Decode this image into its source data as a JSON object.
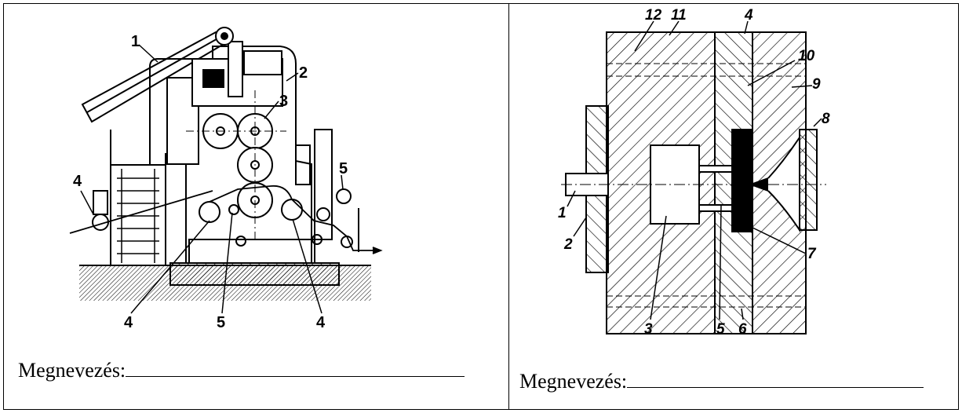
{
  "left_figure": {
    "labels": [
      "1",
      "2",
      "3",
      "4",
      "5",
      "4",
      "5",
      "4"
    ],
    "caption": "Megnevezés:"
  },
  "right_figure": {
    "labels": [
      "12",
      "11",
      "4",
      "10",
      "9",
      "8",
      "1",
      "2",
      "3",
      "5",
      "6",
      "7"
    ],
    "caption": "Megnevezés:"
  }
}
